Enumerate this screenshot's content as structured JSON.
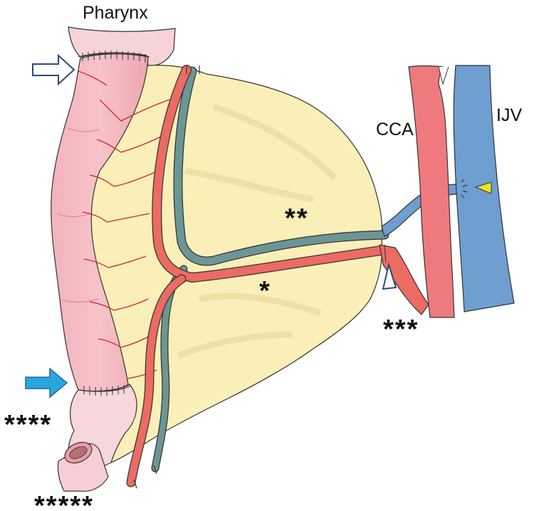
{
  "labels": {
    "pharynx": "Pharynx",
    "cca": "CCA",
    "ijv": "IJV",
    "vein_marker": "**",
    "artery_marker": "*",
    "recipient_artery_marker": "***",
    "proximal_anastomosis_marker": "****",
    "distal_cut_marker": "*****"
  },
  "icons": {
    "hollow_arrow": "open-arrow-icon",
    "filled_arrow": "blue-arrow-icon",
    "open_arrowhead": "open-arrowhead-icon",
    "yellow_arrowhead": "yellow-arrowhead-icon"
  },
  "colors": {
    "jejunum": "#f2b6be",
    "jejunum_light": "#f8d6da",
    "mesentery": "#faefb8",
    "artery": "#ec6b62",
    "vein": "#6c9595",
    "cca": "#ef7a7e",
    "ijv": "#6f9ed1",
    "filled_arrow": "#2aa6df",
    "yellow_marker": "#f2e21b"
  }
}
